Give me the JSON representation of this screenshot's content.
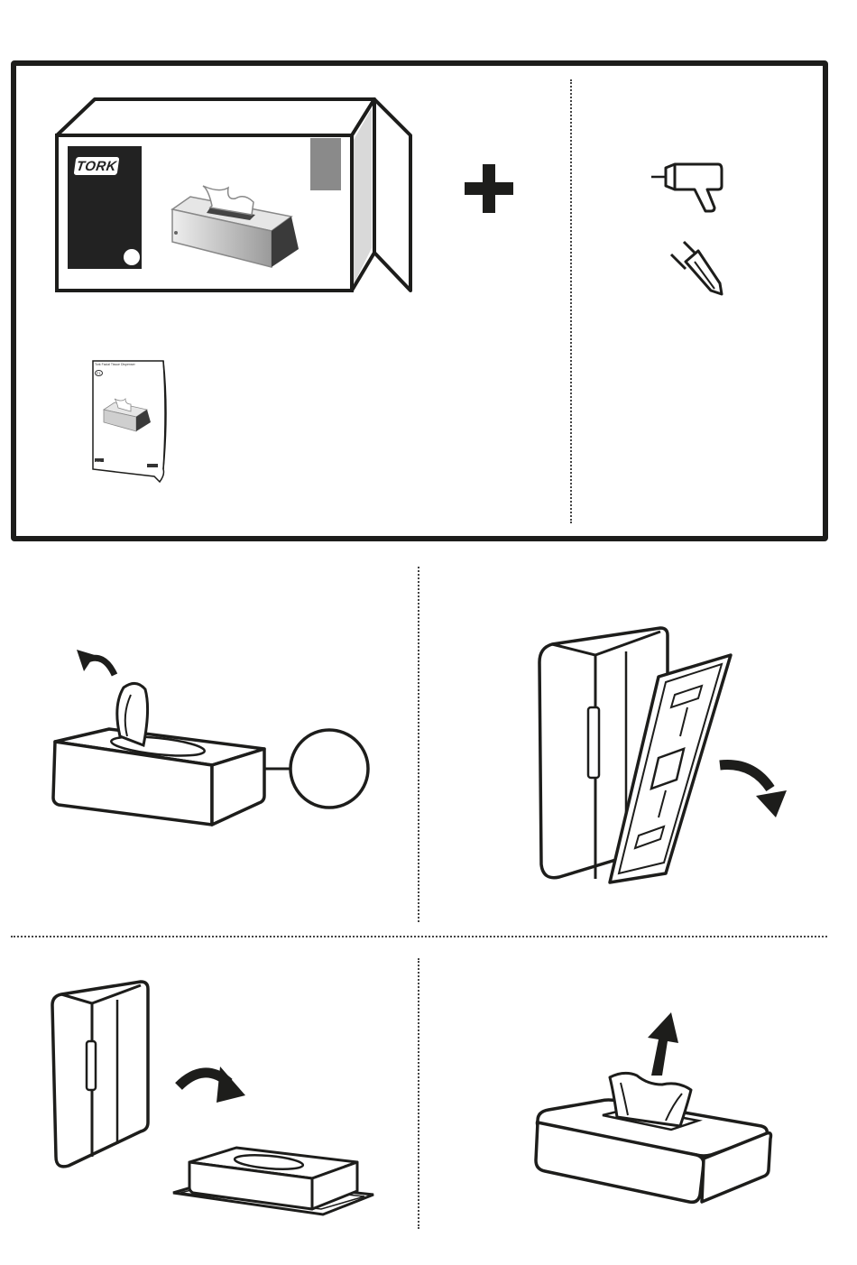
{
  "brand": {
    "logo_text": "TORK",
    "booklet_title": "Tork Facial Tissue Dispenser",
    "booklet_code": "F1",
    "booklet_logo": "Tork"
  },
  "panels": {
    "contents": {
      "items": [
        "box-icon",
        "tork-facial-tissue-dispenser",
        "instruction-booklet"
      ],
      "plus_symbol": "plus-icon",
      "tools": [
        "drill-icon",
        "screwdriver-icon"
      ]
    },
    "steps": [
      {
        "id": 1,
        "icon": "open-tissue-box",
        "arrow": "curved-arrow-back-icon",
        "callout": "circle-callout"
      },
      {
        "id": 2,
        "icon": "dispenser-with-backplate",
        "arrow": "curved-arrow-down-icon"
      },
      {
        "id": 3,
        "icon": "dispenser-over-box",
        "arrow": "curved-arrow-right-icon"
      },
      {
        "id": 4,
        "icon": "dispenser-with-tissue",
        "arrow": "arrow-up-icon"
      }
    ]
  },
  "colors": {
    "line": "#1d1d1b",
    "dispenser_grey": "#a6a6a6",
    "logo_panel": "#222222",
    "label_grey": "#8a8a8a"
  }
}
